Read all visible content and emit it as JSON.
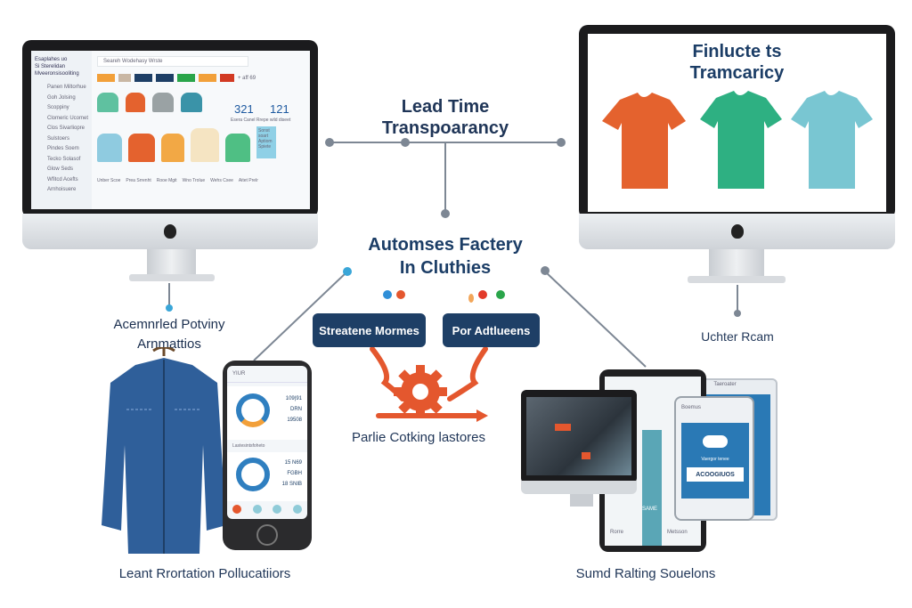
{
  "center": {
    "title_line1": "Lead Time",
    "title_line2": "Transpoarancy",
    "sub_line1": "Automses Factery",
    "sub_line2": "In Cluthies",
    "button_left": "Streatene Mormes",
    "button_right": "Por Adtlueens",
    "gear_caption": "Parlie Cotking lastores"
  },
  "left_monitor": {
    "sidebar_title": [
      "Esaplahes uo",
      "Si Sterelidan",
      "Mveeronsisooliting"
    ],
    "sidebar_items": [
      "Panen Miltorhue",
      "Goh Jolsing",
      "Scoppiny",
      "Clomeric Ucomet",
      "Clos Sivarliopre",
      "Sulstoers",
      "Pindes Soem",
      "Tecko Solasof",
      "Glow Seds",
      "Wfitcd Acefts",
      "Arnhoisuere"
    ],
    "search_text": "Seareh Wodehasy Wrste",
    "filter_label": "+ aff 69",
    "metric1_value": "321",
    "metric2_value": "121",
    "metric_caption": "Esera Canel Rrepe wild diseet",
    "bottom_labels": [
      "Unber Scoe",
      "Prea Srrenht",
      "Rooe Mgit",
      "Wno Trolue",
      "Wehs Cxee",
      "Aitet Prelr"
    ],
    "promo": "Sonst soart Aptiom Spiete"
  },
  "left_caption": {
    "line1": "Acemnrled Potviny",
    "line2": "Arnmattios"
  },
  "right_monitor": {
    "title_line1": "Finlucte ts",
    "title_line2": "Tramcaricy"
  },
  "right_caption": "Uchter Rcam",
  "phone": {
    "header": "YIUR",
    "card1_values": [
      "109|91",
      "DRN",
      "19508"
    ],
    "card2_label": "Lastesintsfoheto",
    "card2_values": [
      "15 N69",
      "FGBH",
      "18 SNIB"
    ]
  },
  "bottom_left_caption": "Leant Rrortation Pollucatiiors",
  "tablets": {
    "screen_title": "Boemus",
    "subtext": "Vaergor tenee",
    "button": "ACOOGIUOS",
    "tab_label": "Taeroater",
    "foot_left": "Rorre",
    "foot_right": "Metsson",
    "side": "SAME"
  },
  "bottom_right_caption": "Sumd Ralting Souelons",
  "colors": {
    "navy": "#1e3f66",
    "orange": "#e4572e",
    "green": "#2eb082",
    "lightblue": "#79c6d2"
  }
}
